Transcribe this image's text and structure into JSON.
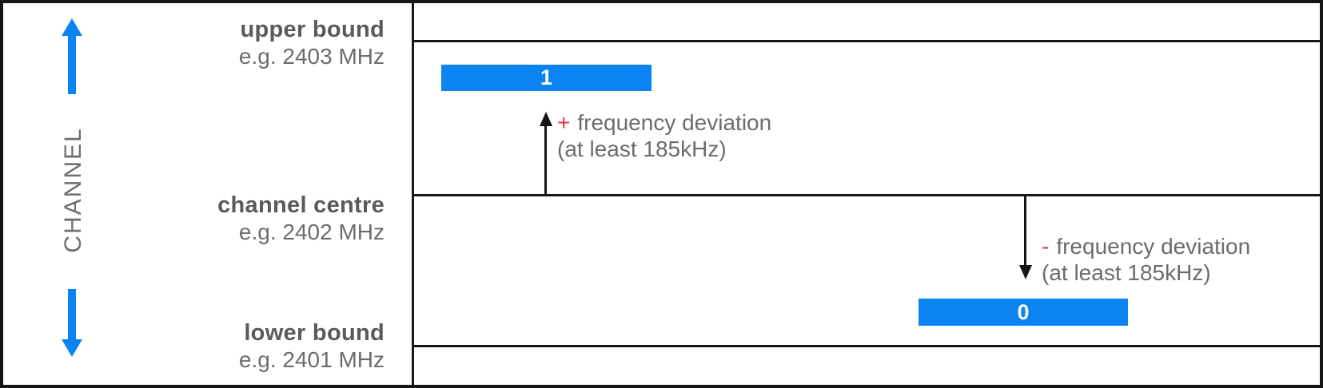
{
  "diagram": {
    "axis_label": "CHANNEL",
    "levels": [
      {
        "label": "upper bound",
        "example": "e.g. 2403 MHz"
      },
      {
        "label": "channel centre",
        "example": "e.g. 2402 MHz"
      },
      {
        "label": "lower bound",
        "example": "e.g. 2401 MHz"
      }
    ],
    "bits": [
      {
        "value": "1"
      },
      {
        "value": "0"
      }
    ],
    "annotations": [
      {
        "sign": "+",
        "text": "frequency deviation",
        "detail": "(at least 185kHz)"
      },
      {
        "sign": "-",
        "text": "frequency deviation",
        "detail": "(at least 185kHz)"
      }
    ],
    "colors": {
      "bar_blue": "#0b84f2",
      "sign_red": "#e0393e",
      "label_dark_gray": "#595a5d",
      "label_gray": "#6b6c6e",
      "line_black": "#161616"
    }
  }
}
